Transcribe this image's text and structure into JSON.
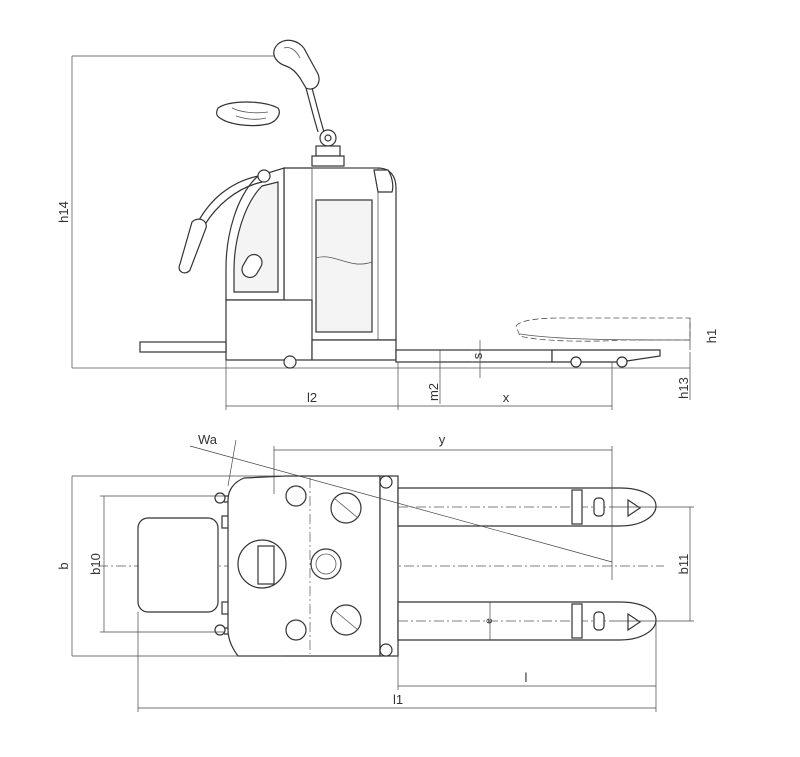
{
  "side_view": {
    "dimension_labels": {
      "h14": "h14",
      "h1": "h1",
      "h13": "h13",
      "s": "s",
      "m2": "m2",
      "l2": "l2",
      "x": "x"
    }
  },
  "top_view": {
    "dimension_labels": {
      "wa": "Wa",
      "y": "y",
      "b": "b",
      "b10": "b10",
      "b11": "b11",
      "e": "e",
      "l": "l",
      "l1": "l1"
    }
  }
}
